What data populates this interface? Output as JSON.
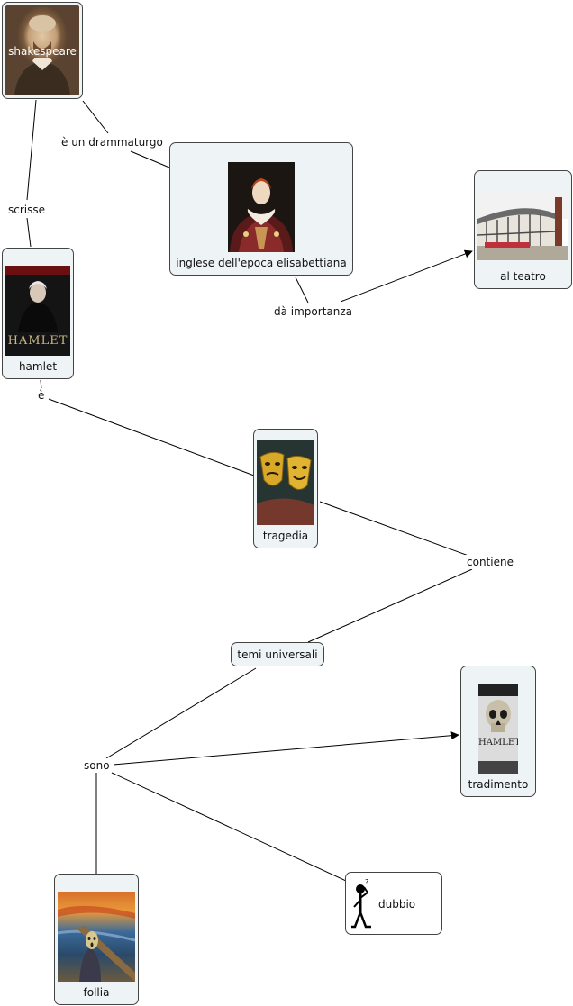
{
  "nodes": {
    "shakespeare": "shakespeare",
    "elizabethan": "inglese dell'epoca elisabettiana",
    "theatre": "al teatro",
    "hamlet": "hamlet",
    "tragedy": "tragedia",
    "themes": "temi universali",
    "betrayal": "tradimento",
    "doubt": "dubbio",
    "madness": "follia"
  },
  "links": {
    "playwright": "è un drammaturgo",
    "wrote": "scrisse",
    "gives_importance": "dà importanza",
    "is": "è",
    "contains": "contiene",
    "are": "sono"
  },
  "images": {
    "hamlet_poster_title": "HAMLET",
    "skull_caption": "HAMLET"
  },
  "colors": {
    "node_fill": "#eef3f6",
    "node_border": "#444444",
    "line": "#000000"
  }
}
